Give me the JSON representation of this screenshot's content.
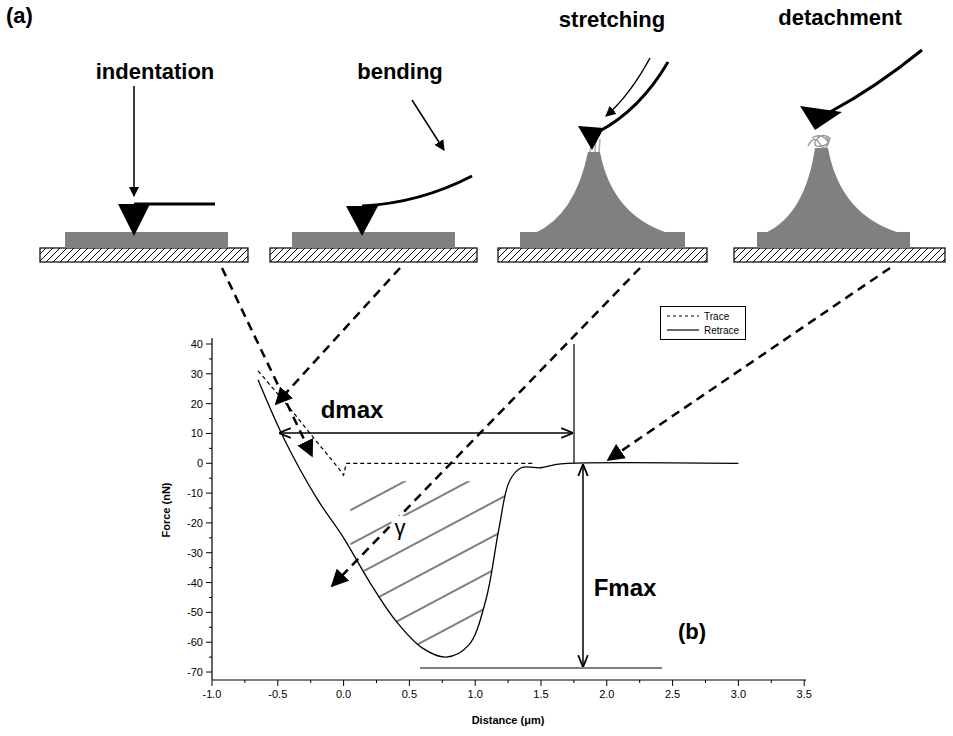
{
  "diagram": {
    "labels": [
      "(a)",
      "indentation",
      "bending",
      "stretching",
      "detachment",
      "40",
      "30",
      "20",
      "10",
      "0",
      "-10",
      "-20",
      "-30",
      "-40",
      "-50",
      "-60",
      "-70",
      "-1.0",
      "-0.5",
      "0.0",
      "0.5",
      "1.0",
      "1.5",
      "2.0",
      "2.5",
      "3.0",
      "3.5",
      "Force (nN)",
      "Distance (μm)",
      "dmax",
      "γ",
      "Fmax",
      "(b)"
    ],
    "legend": [
      {
        "text": "Trace"
      },
      {
        "text": "Retrace"
      }
    ]
  }
}
